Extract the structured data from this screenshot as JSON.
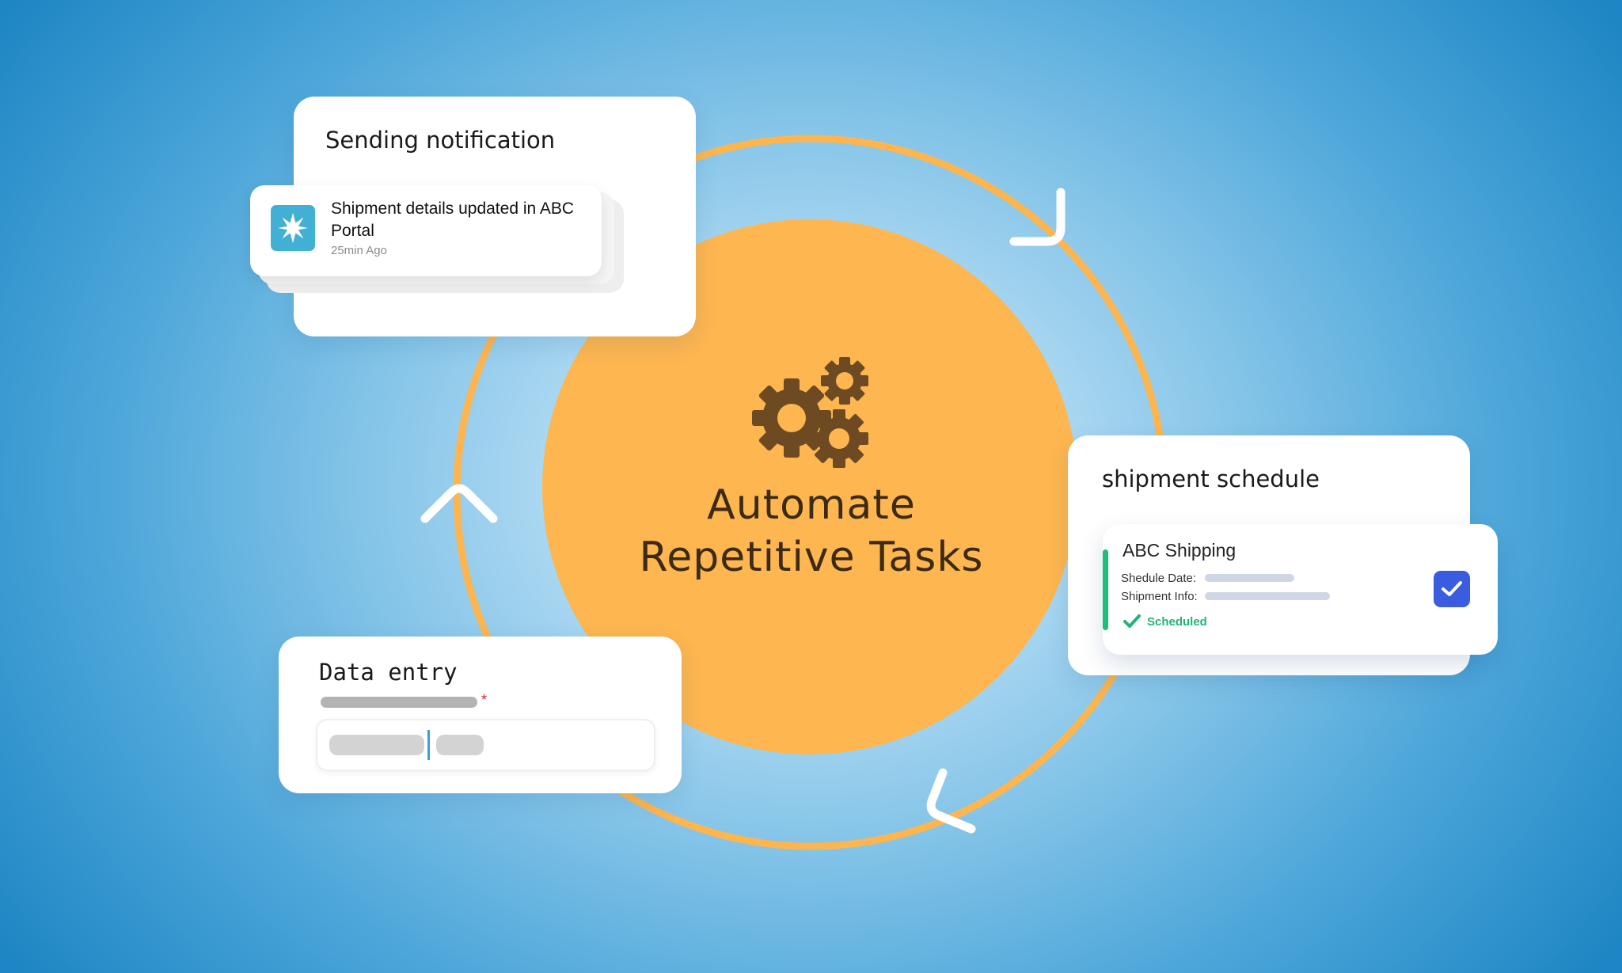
{
  "center": {
    "title_line1": "Automate",
    "title_line2": "Repetitive Tasks",
    "icon": "gears-icon"
  },
  "notification_card": {
    "title": "Sending notification",
    "message": "Shipment details updated in ABC Portal",
    "time": "25min Ago",
    "logo_icon": "star-logo-icon"
  },
  "data_entry_card": {
    "title": "Data entry",
    "required_marker": "*"
  },
  "schedule_card": {
    "title": "shipment schedule",
    "company": "ABC Shipping",
    "date_label": "Shedule Date:",
    "info_label": "Shipment Info:",
    "status": "Scheduled",
    "checkbox_icon": "checkbox-checked-icon"
  },
  "colors": {
    "ring": "#fdb550",
    "center_disc": "#fdb650",
    "gear": "#6e4a23",
    "accent_blue": "#3a5ce0",
    "status_green": "#1bbf7a",
    "background_edge": "#1e86c4"
  }
}
